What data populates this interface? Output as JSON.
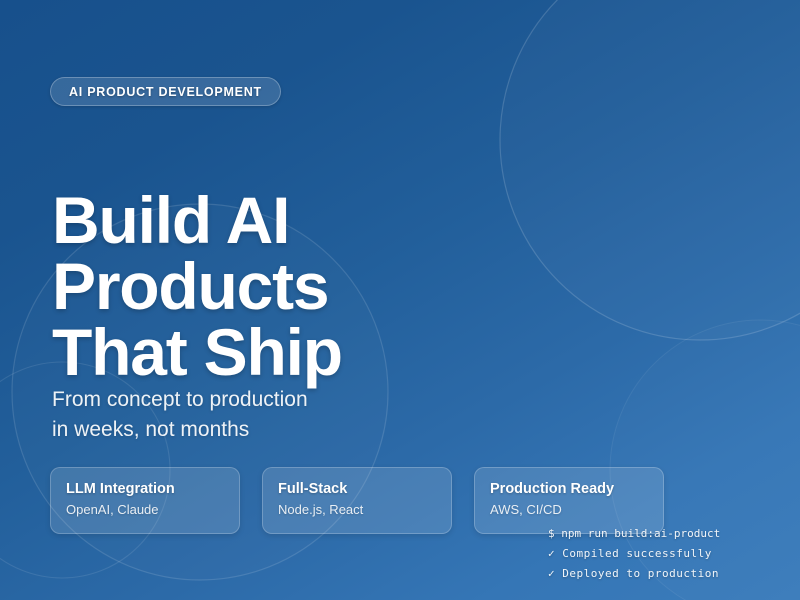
{
  "theme": {
    "bg_top": "#17508c",
    "bg_bottom": "#3b7cbb",
    "text_primary": "#ffffff",
    "card_fill": "rgba(255,255,255,0.13)",
    "card_border": "rgba(255,255,255,0.22)"
  },
  "badge": {
    "label": "AI PRODUCT DEVELOPMENT"
  },
  "headline": {
    "line1": "Build AI",
    "line2": "Products",
    "line3": "That Ship"
  },
  "subheadline": {
    "line1": "From concept to production",
    "line2": "in weeks, not months"
  },
  "cards": [
    {
      "title": "LLM Integration",
      "subtitle": "OpenAI, Claude"
    },
    {
      "title": "Full-Stack",
      "subtitle": "Node.js, React"
    },
    {
      "title": "Production Ready",
      "subtitle": "AWS, CI/CD"
    }
  ],
  "terminal": {
    "line1": "$ npm run build:ai-product",
    "line2": "✓ Compiled successfully",
    "line3": "✓ Deployed to production"
  }
}
